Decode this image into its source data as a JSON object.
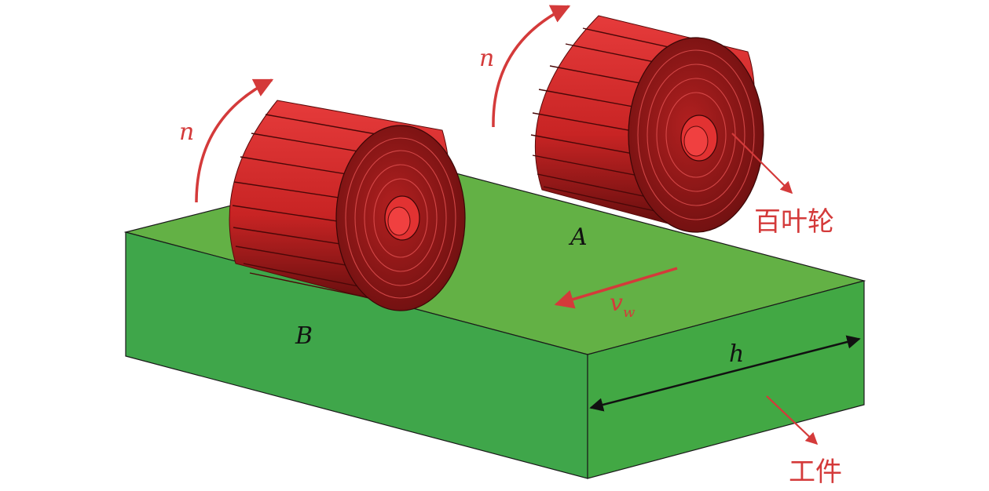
{
  "labels": {
    "n_left": "n",
    "n_right": "n",
    "point_a": "A",
    "point_b": "B",
    "velocity_main": "v",
    "velocity_sub": "w",
    "width": "h",
    "wheel": "百叶轮",
    "workpiece": "工件"
  },
  "colors": {
    "wheel_red": "#e03a3a",
    "wheel_dark": "#8e1515",
    "annotation_red": "#d43a3a",
    "block_top": "#63b145",
    "block_front": "#3fa64a",
    "block_side": "#42a844",
    "outline": "#1a1a1a"
  }
}
